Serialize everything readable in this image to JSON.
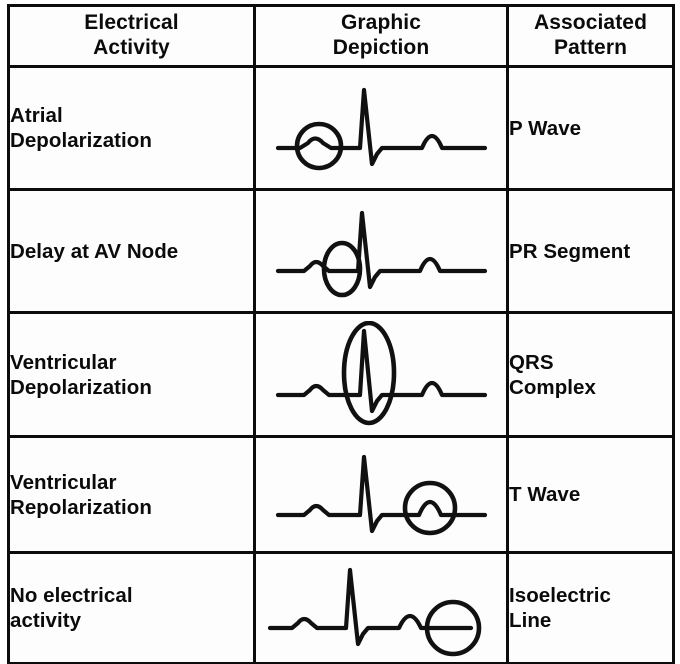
{
  "table": {
    "headers": [
      {
        "name": "electrical-activity",
        "lines": [
          "Electrical",
          "Activity"
        ]
      },
      {
        "name": "graphic-depiction",
        "lines": [
          "Graphic",
          "Depiction"
        ]
      },
      {
        "name": "associated-pattern",
        "lines": [
          "Associated",
          "Pattern"
        ]
      }
    ],
    "rows": [
      {
        "activity_lines": [
          "Atrial",
          "Depolarization"
        ],
        "pattern_lines": [
          "P Wave"
        ],
        "graphic": {
          "icon": "ecg-waveform-p-wave-circled",
          "highlight": "circle",
          "highlight_target": "P wave"
        }
      },
      {
        "activity_lines": [
          "Delay at AV Node"
        ],
        "pattern_lines": [
          "PR Segment"
        ],
        "graphic": {
          "icon": "ecg-waveform-pr-segment-circled",
          "highlight": "ellipse",
          "highlight_target": "PR segment"
        }
      },
      {
        "activity_lines": [
          "Ventricular",
          "Depolarization"
        ],
        "pattern_lines": [
          "QRS",
          "Complex"
        ],
        "graphic": {
          "icon": "ecg-waveform-qrs-complex-circled",
          "highlight": "tall-ellipse",
          "highlight_target": "QRS complex"
        }
      },
      {
        "activity_lines": [
          "Ventricular",
          "Repolarization"
        ],
        "pattern_lines": [
          "T Wave"
        ],
        "graphic": {
          "icon": "ecg-waveform-t-wave-circled",
          "highlight": "circle",
          "highlight_target": "T wave"
        }
      },
      {
        "activity_lines": [
          "No electrical",
          "activity"
        ],
        "pattern_lines": [
          "Isoelectric",
          "Line"
        ],
        "graphic": {
          "icon": "ecg-waveform-isoelectric-line-circled",
          "highlight": "circle",
          "highlight_target": "isoelectric line"
        }
      }
    ]
  },
  "colors": {
    "ink": "#111111",
    "paper": "#fdfdfd",
    "border": "#0c0c0c"
  }
}
